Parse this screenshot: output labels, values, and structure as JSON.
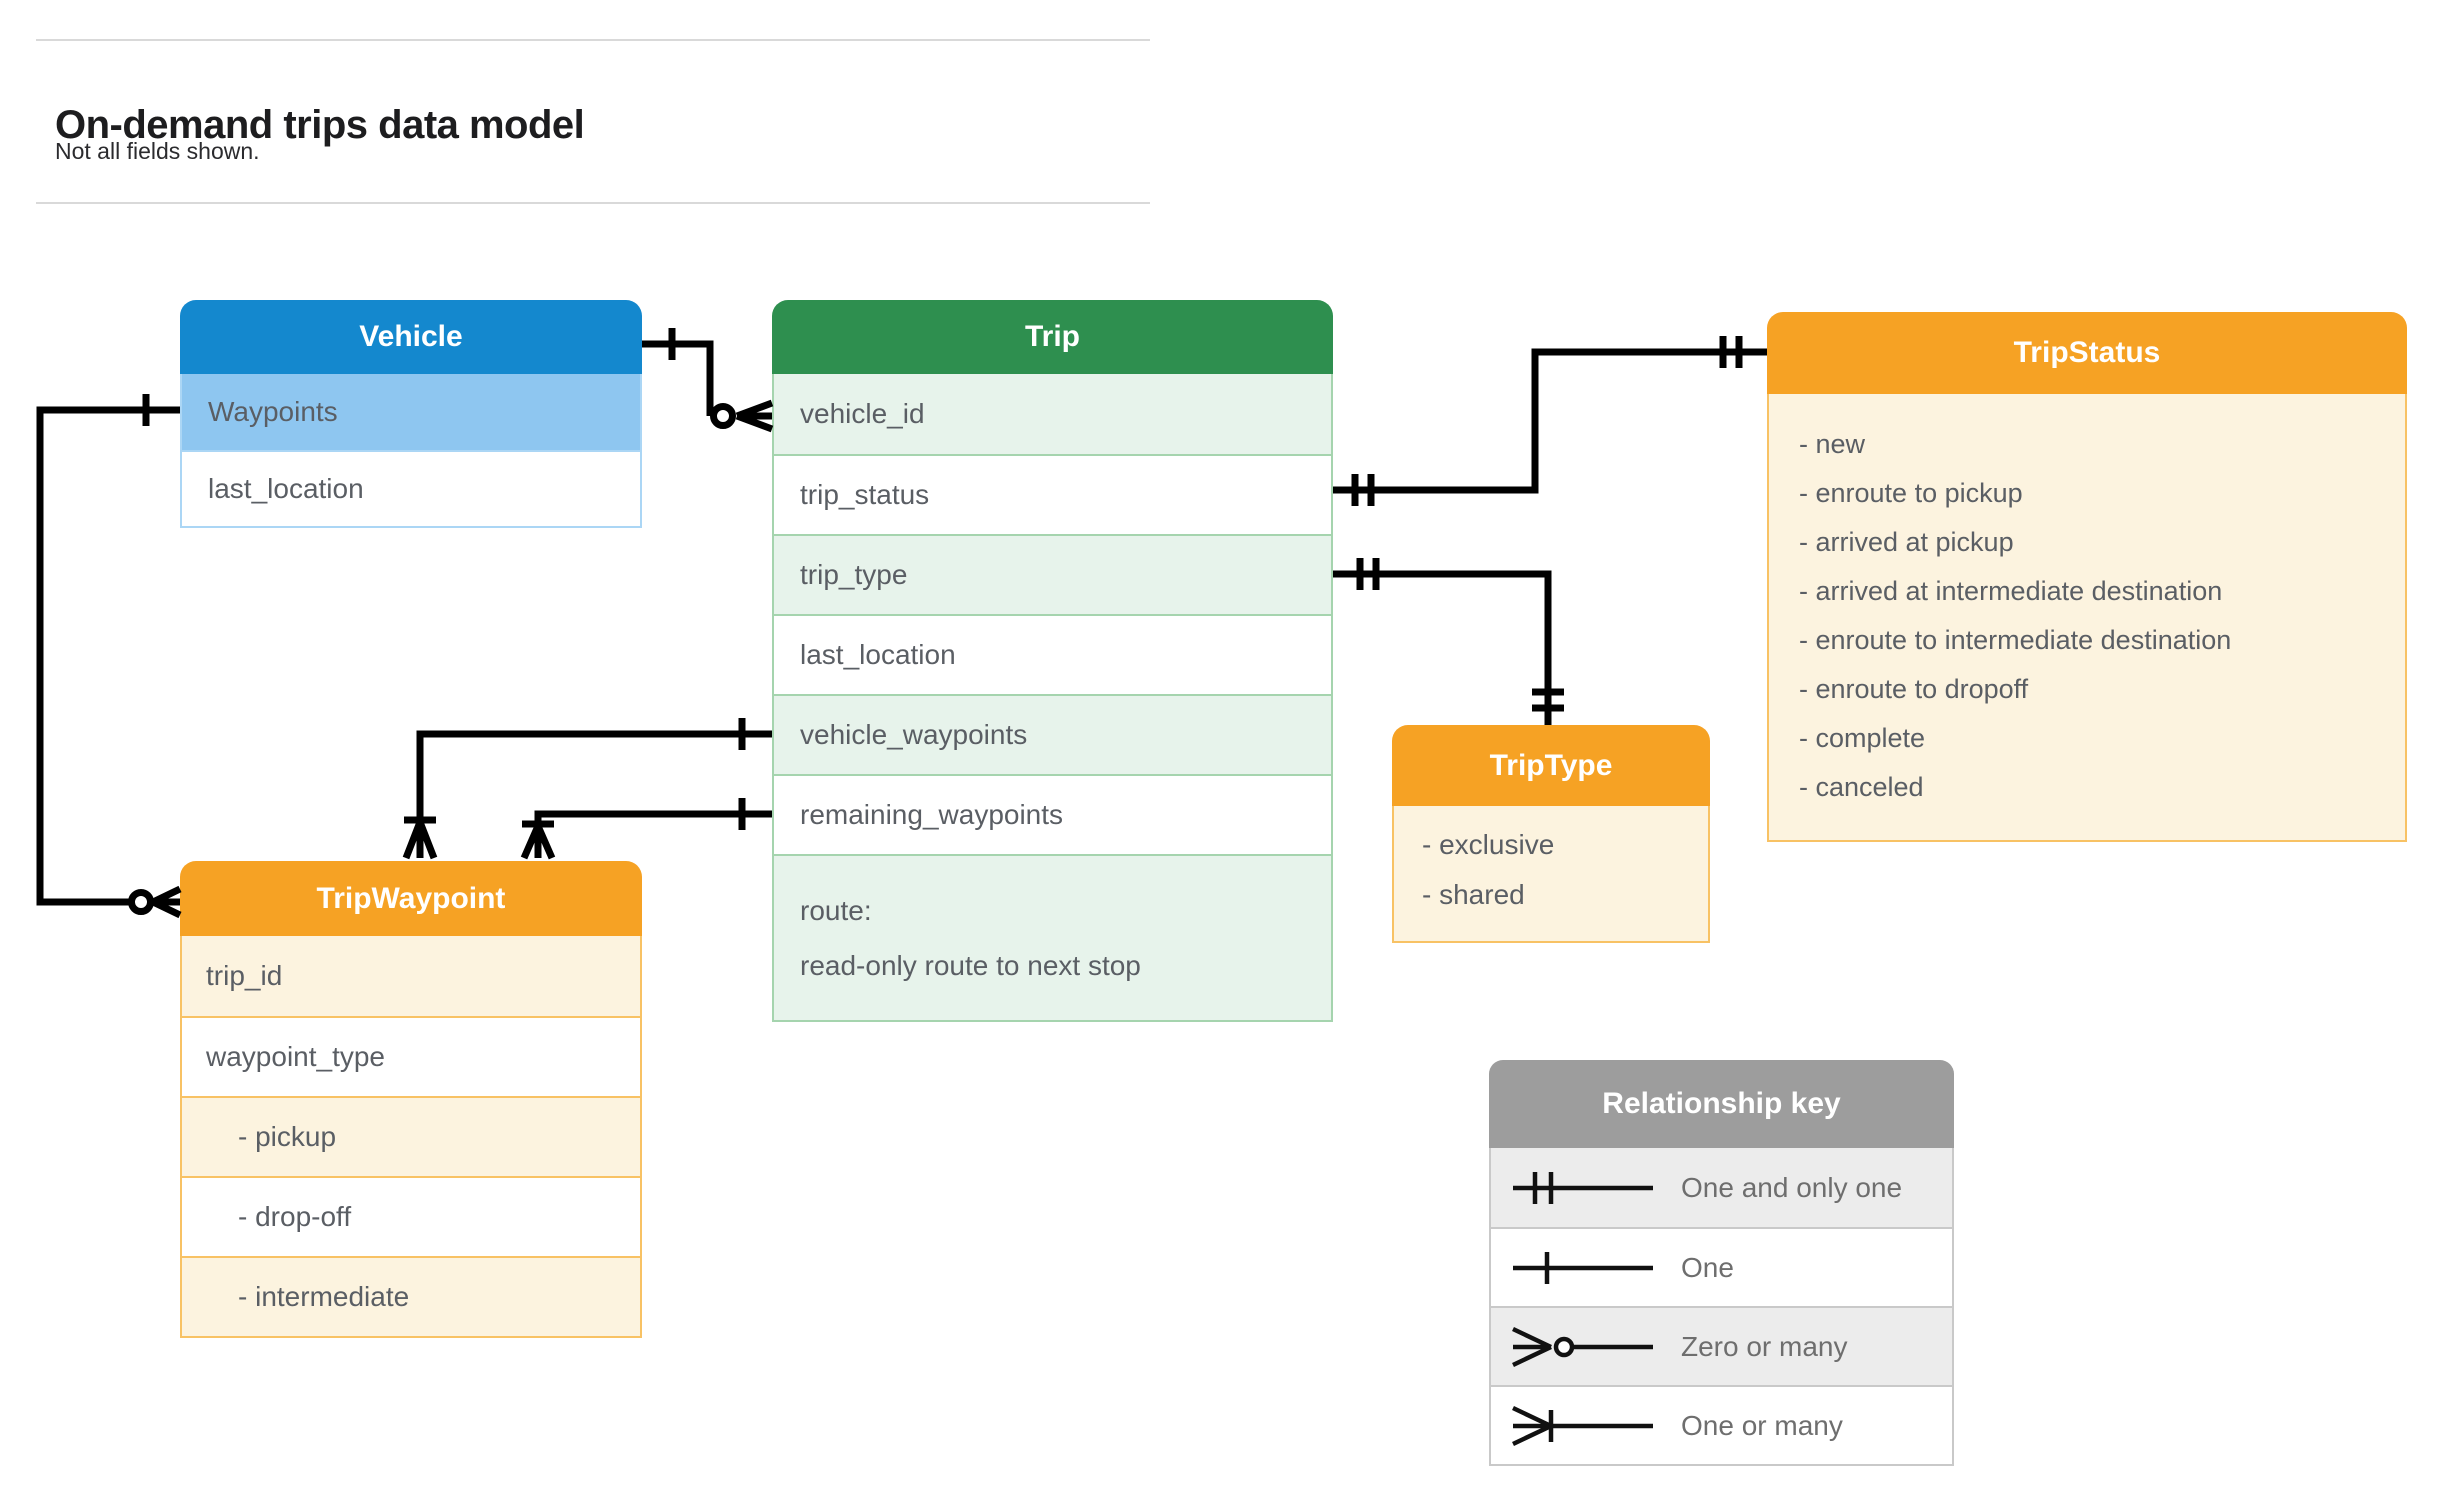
{
  "page": {
    "title": "On-demand trips data model",
    "subtitle": "Not all fields shown."
  },
  "colors": {
    "vehicle_header": "#1488CE",
    "vehicle_row_highlight": "#8EC6F0",
    "trip_header": "#2E8F4F",
    "trip_row_alt": "#E7F3EB",
    "enum_header": "#F6A224",
    "enum_row_alt": "#FCF3DF",
    "key_header": "#9D9D9D",
    "key_row_alt": "#ECECEC",
    "connector": "#000000",
    "row_text": "#5A5E64"
  },
  "tables": {
    "vehicle": {
      "title": "Vehicle",
      "rows": [
        "Waypoints",
        "last_location"
      ]
    },
    "trip": {
      "title": "Trip",
      "rows": [
        "vehicle_id",
        "trip_status",
        "trip_type",
        "last_location",
        "vehicle_waypoints",
        "remaining_waypoints"
      ],
      "route": [
        "route:",
        "read-only route to next stop"
      ]
    },
    "trip_status": {
      "title": "TripStatus",
      "items": [
        "- new",
        "- enroute to pickup",
        "- arrived at pickup",
        "- arrived at intermediate destination",
        "- enroute to intermediate destination",
        "- enroute to dropoff",
        "- complete",
        "- canceled"
      ]
    },
    "trip_type": {
      "title": "TripType",
      "items": [
        "- exclusive",
        "- shared"
      ]
    },
    "trip_waypoint": {
      "title": "TripWaypoint",
      "rows": [
        "trip_id",
        "waypoint_type",
        "- pickup",
        "- drop-off",
        "- intermediate"
      ]
    }
  },
  "legend": {
    "title": "Relationship key",
    "items": [
      {
        "symbol": "one-and-only-one",
        "label": "One and only one"
      },
      {
        "symbol": "one",
        "label": "One"
      },
      {
        "symbol": "zero-or-many",
        "label": "Zero or many"
      },
      {
        "symbol": "one-or-many",
        "label": "One or many"
      }
    ]
  }
}
